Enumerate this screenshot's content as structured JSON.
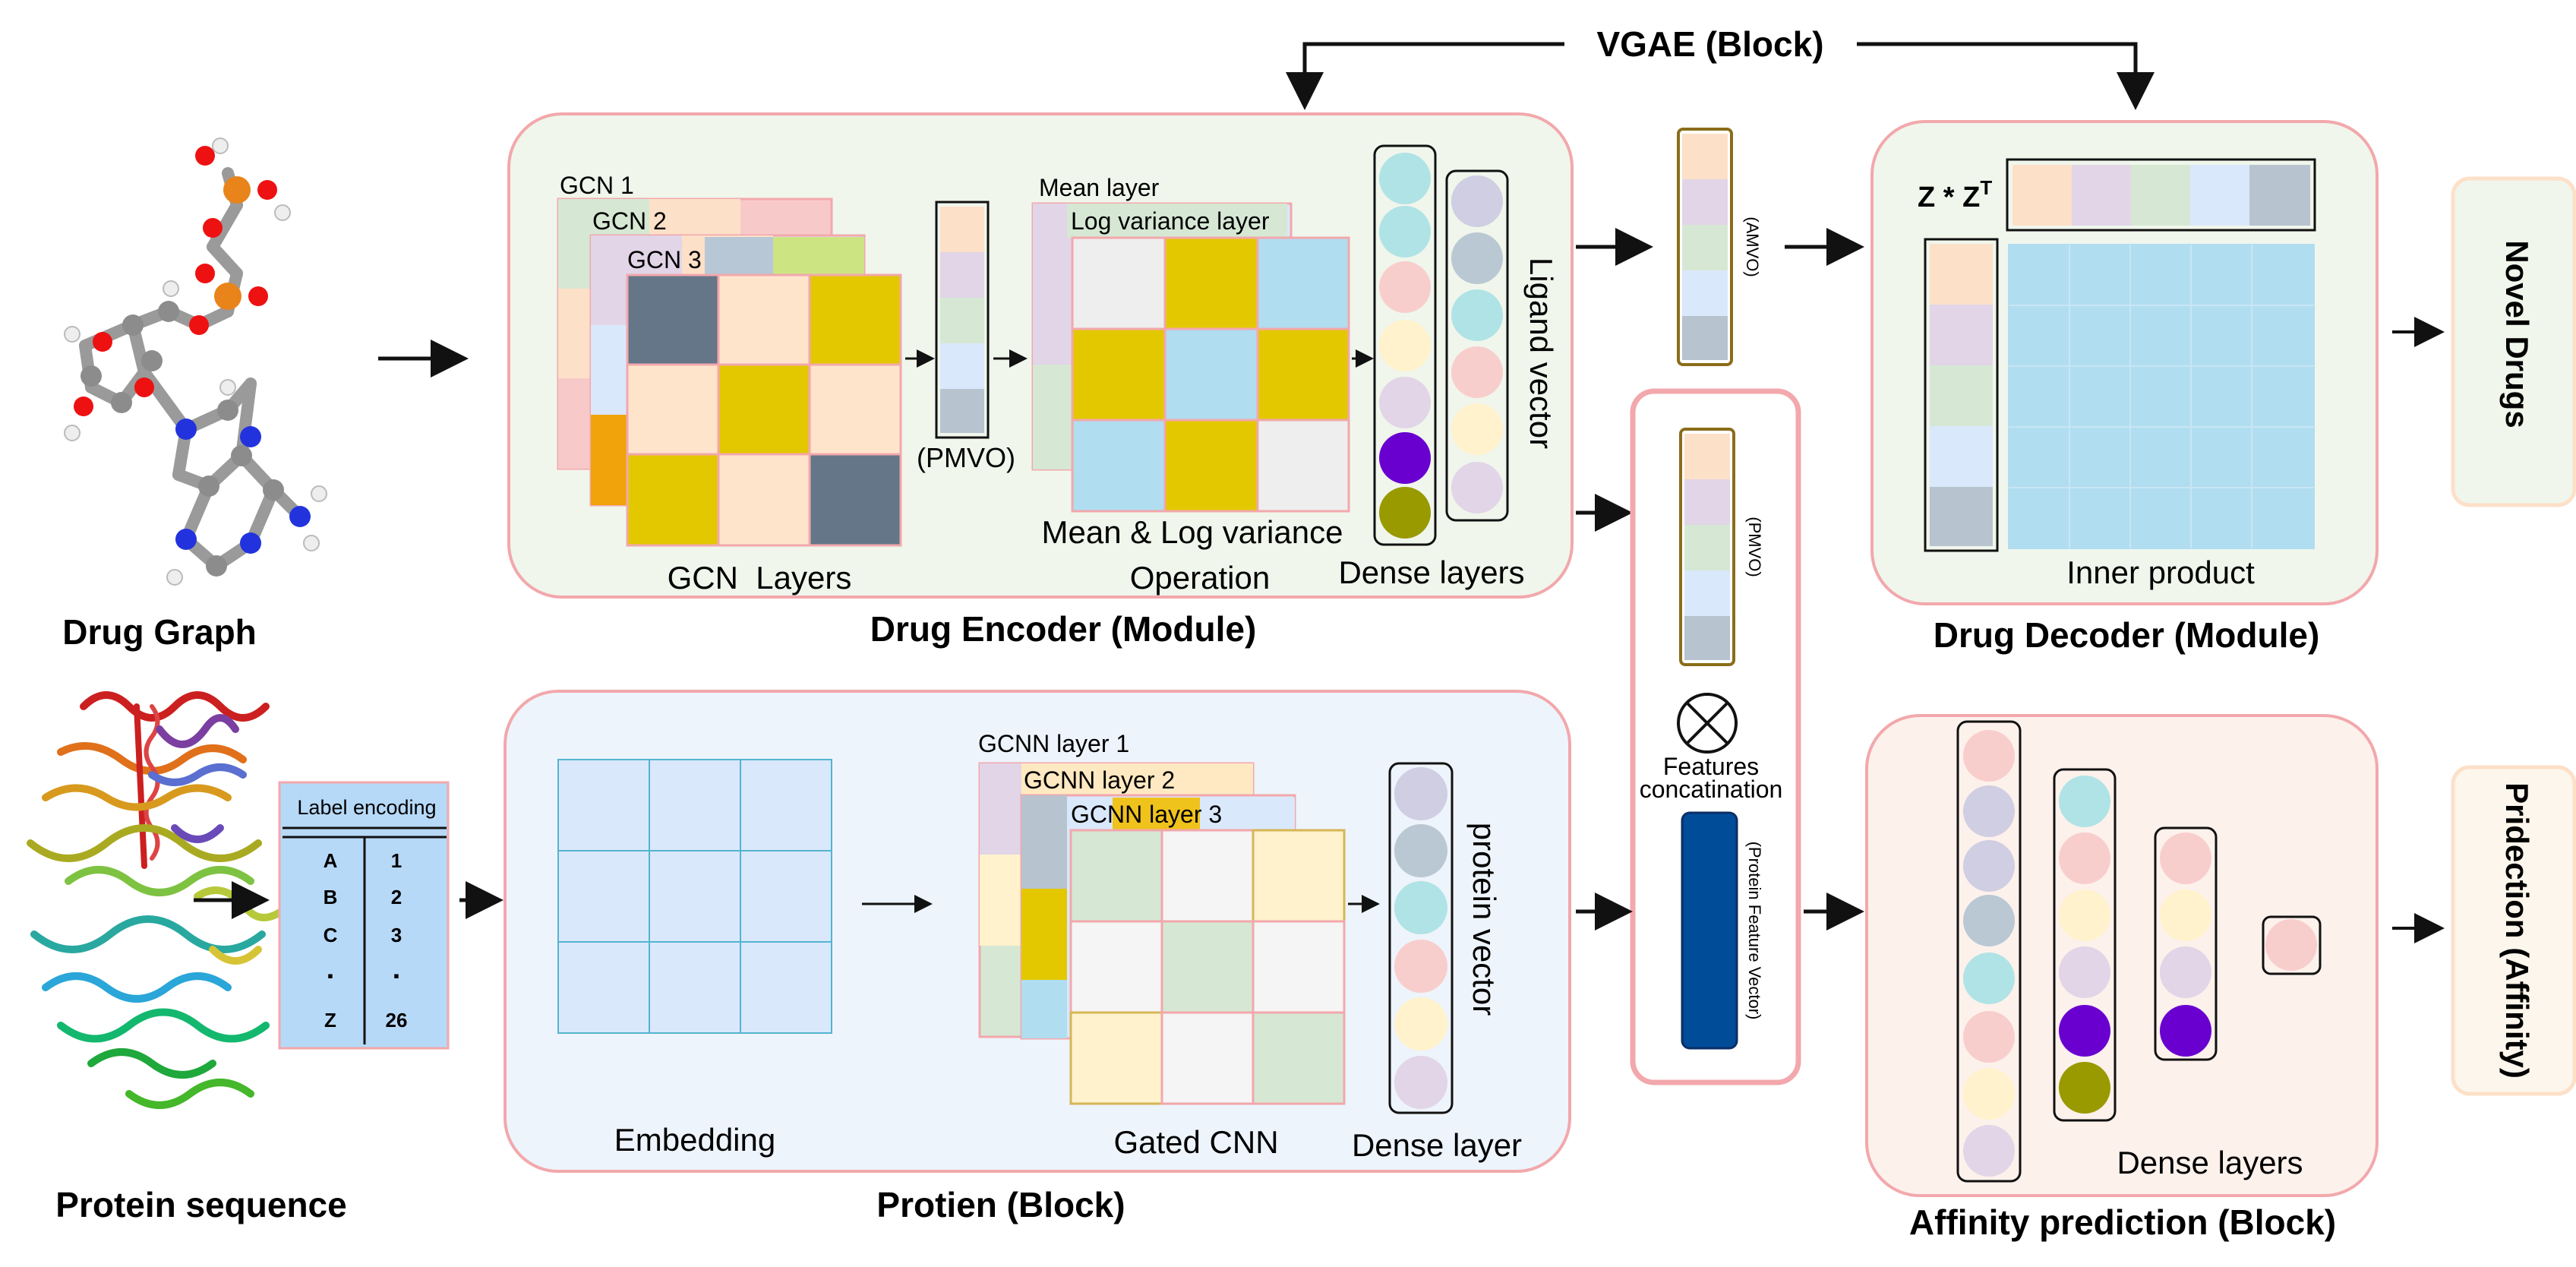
{
  "title_vgae": "VGAE (Block)",
  "drug_graph": {
    "caption": "Drug Graph"
  },
  "protein_sequence": {
    "caption": "Protein sequence"
  },
  "drug_encoder": {
    "caption": "Drug Encoder (Module)",
    "gcn_labels": [
      "GCN 1",
      "GCN 2",
      "GCN 3"
    ],
    "gcn_caption": "GCN  Layers",
    "pmvo_label": "(PMVO)",
    "mean_layer": "Mean layer",
    "log_variance_layer": "Log variance layer",
    "mean_log_caption_1": "Mean & Log variance",
    "mean_log_caption_2": "Operation",
    "dense_caption": "Dense layers",
    "ligand_vector": "Ligand vector"
  },
  "amvo_label": "(AMVO)",
  "concat": {
    "pmvo_label": "(PMVO)",
    "features_1": "Features",
    "features_2": "concatination",
    "protein_feature_vector": "(Protein Feature Vector)"
  },
  "drug_decoder": {
    "caption": "Drug Decoder (Module)",
    "zzt": "Z * Z",
    "zzt_sup": "T",
    "inner_product": "Inner product"
  },
  "novel_drugs": "Novel Drugs",
  "prediction": "Pridection (Affinity)",
  "label_encoding": {
    "title": "Label encoding",
    "rows": [
      [
        "A",
        "1"
      ],
      [
        "B",
        "2"
      ],
      [
        "C",
        "3"
      ],
      [
        "▪",
        "▪"
      ],
      [
        "Z",
        "26"
      ]
    ]
  },
  "protein_block": {
    "caption": "Protien (Block)",
    "embedding": "Embedding",
    "gcnn_labels": [
      "GCNN layer 1",
      "GCNN layer 2",
      "GCNN layer 3"
    ],
    "gated_cnn": "Gated CNN",
    "dense_layer": "Dense layer",
    "protein_vector": "protein vector"
  },
  "affinity": {
    "caption": "Affinity prediction (Block)",
    "dense_layers": "Dense layers"
  }
}
